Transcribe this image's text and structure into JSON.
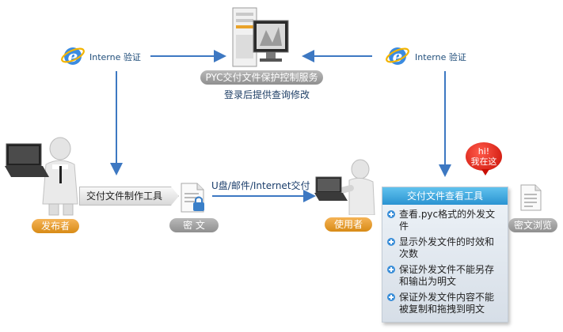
{
  "server": {
    "label": "PYC交付文件保护控制服务",
    "sublabel": "登录后提供查询修改"
  },
  "left_auth": {
    "label": "Interne 验证",
    "icon": "ie-browser-icon"
  },
  "right_auth": {
    "label": "Interne 验证",
    "icon": "ie-browser-icon"
  },
  "publisher": {
    "label": "发布者",
    "tool_label": "交付文件制作工具"
  },
  "cipher": {
    "label": "密 文"
  },
  "transfer": {
    "label": "U盘/邮件/Internet交付"
  },
  "user": {
    "label": "使用者"
  },
  "viewer_tool": {
    "title": "交付文件查看工具",
    "features": [
      "查看.pyc格式的外发文件",
      "显示外发文件的时效和\n次数",
      "保证外发文件不能另存\n和输出为明文",
      "保证外发文件内容不能\n被复制和拖拽到明文"
    ]
  },
  "bubble": {
    "text": "hi!\n我在这"
  },
  "cipher_browse": {
    "label": "密文浏览"
  },
  "colors": {
    "arrow": "#3d78c2",
    "orange": "#e0971f",
    "gray": "#9a9a9a",
    "panel_head": "#2f98d4",
    "bubble": "#d8140a"
  }
}
